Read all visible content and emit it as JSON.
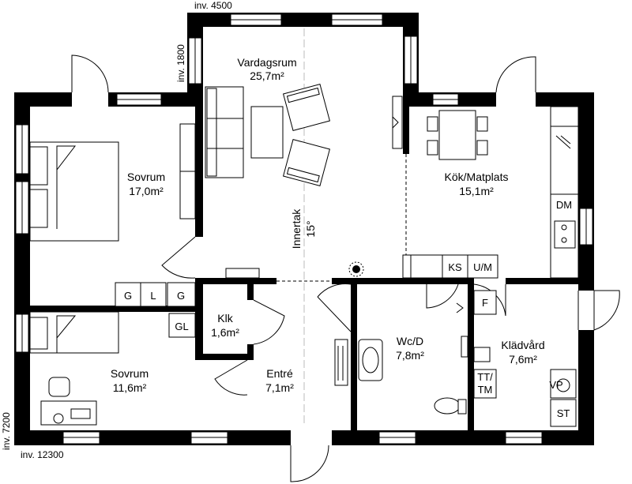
{
  "dimensions": {
    "top": "inv. 4500",
    "left_upper": "inv. 1800",
    "left_lower": "inv. 7200",
    "bottom": "inv. 12300"
  },
  "rooms": {
    "vardagsrum": {
      "name": "Vardagsrum",
      "area": "25,7m²"
    },
    "sovrum1": {
      "name": "Sovrum",
      "area": "17,0m²"
    },
    "kok": {
      "name": "Kök/Matplats",
      "area": "15,1m²"
    },
    "innertak": {
      "name": "Innertak",
      "angle": "15°"
    },
    "klk": {
      "name": "Klk",
      "area": "1,6m²"
    },
    "wc": {
      "name": "Wc/D",
      "area": "7,8m²"
    },
    "kladvard": {
      "name": "Klädvård",
      "area": "7,6m²"
    },
    "sovrum2": {
      "name": "Sovrum",
      "area": "11,6m²"
    },
    "entre": {
      "name": "Entré",
      "area": "7,1m²"
    }
  },
  "fixtures": {
    "g1": "G",
    "l": "L",
    "g2": "G",
    "gl": "GL",
    "ks": "KS",
    "um": "U/M",
    "dm": "DM",
    "f": "F",
    "tt": "TT/",
    "tm": "TM",
    "vp": "VP",
    "st": "ST"
  }
}
